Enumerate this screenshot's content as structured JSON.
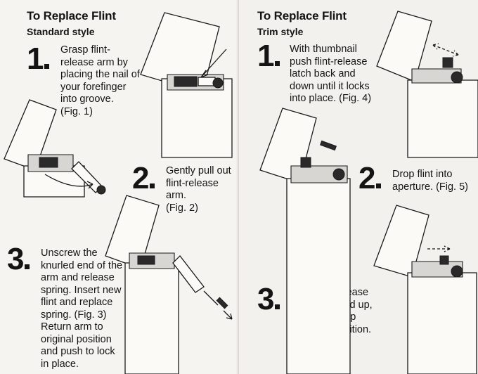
{
  "left": {
    "title": "To Replace Flint",
    "subtitle": "Standard style",
    "steps": [
      {
        "number": "1",
        "text": "Grasp flint-\nrelease arm by\nplacing the nail of\nyour forefinger\ninto groove.\n(Fig. 1)"
      },
      {
        "number": "2",
        "text": "Gently pull out\nflint-release arm.\n(Fig. 2)"
      },
      {
        "number": "3",
        "text": "Unscrew the\nknurled end of the\narm and release\nspring. Insert new\nflint and replace\nspring. (Fig. 3)\nReturn arm to\noriginal position\nand push to lock\nin place."
      }
    ]
  },
  "right": {
    "title": "To Replace Flint",
    "subtitle": "Trim style",
    "steps": [
      {
        "number": "1",
        "text": "With thumbnail\npush flint-release\nlatch back and\ndown until it locks\ninto place. (Fig. 4)"
      },
      {
        "number": "2",
        "text": "Drop flint into\naperture. (Fig. 5)"
      },
      {
        "number": "3",
        "text": "Push flint-release\nlatch back and up,\nthen let it snap\nback into position.\n(Fig. 6)"
      }
    ]
  },
  "figures": [
    {
      "id": "fig-1",
      "icon": "lighter-arm-groove-illustration"
    },
    {
      "id": "fig-2",
      "icon": "lighter-arm-pulled-illustration"
    },
    {
      "id": "fig-3",
      "icon": "lighter-flint-spring-illustration"
    },
    {
      "id": "fig-4",
      "icon": "trim-lighter-latch-back-illustration"
    },
    {
      "id": "fig-5",
      "icon": "trim-lighter-drop-flint-illustration"
    },
    {
      "id": "fig-6",
      "icon": "trim-lighter-latch-snap-illustration"
    }
  ]
}
